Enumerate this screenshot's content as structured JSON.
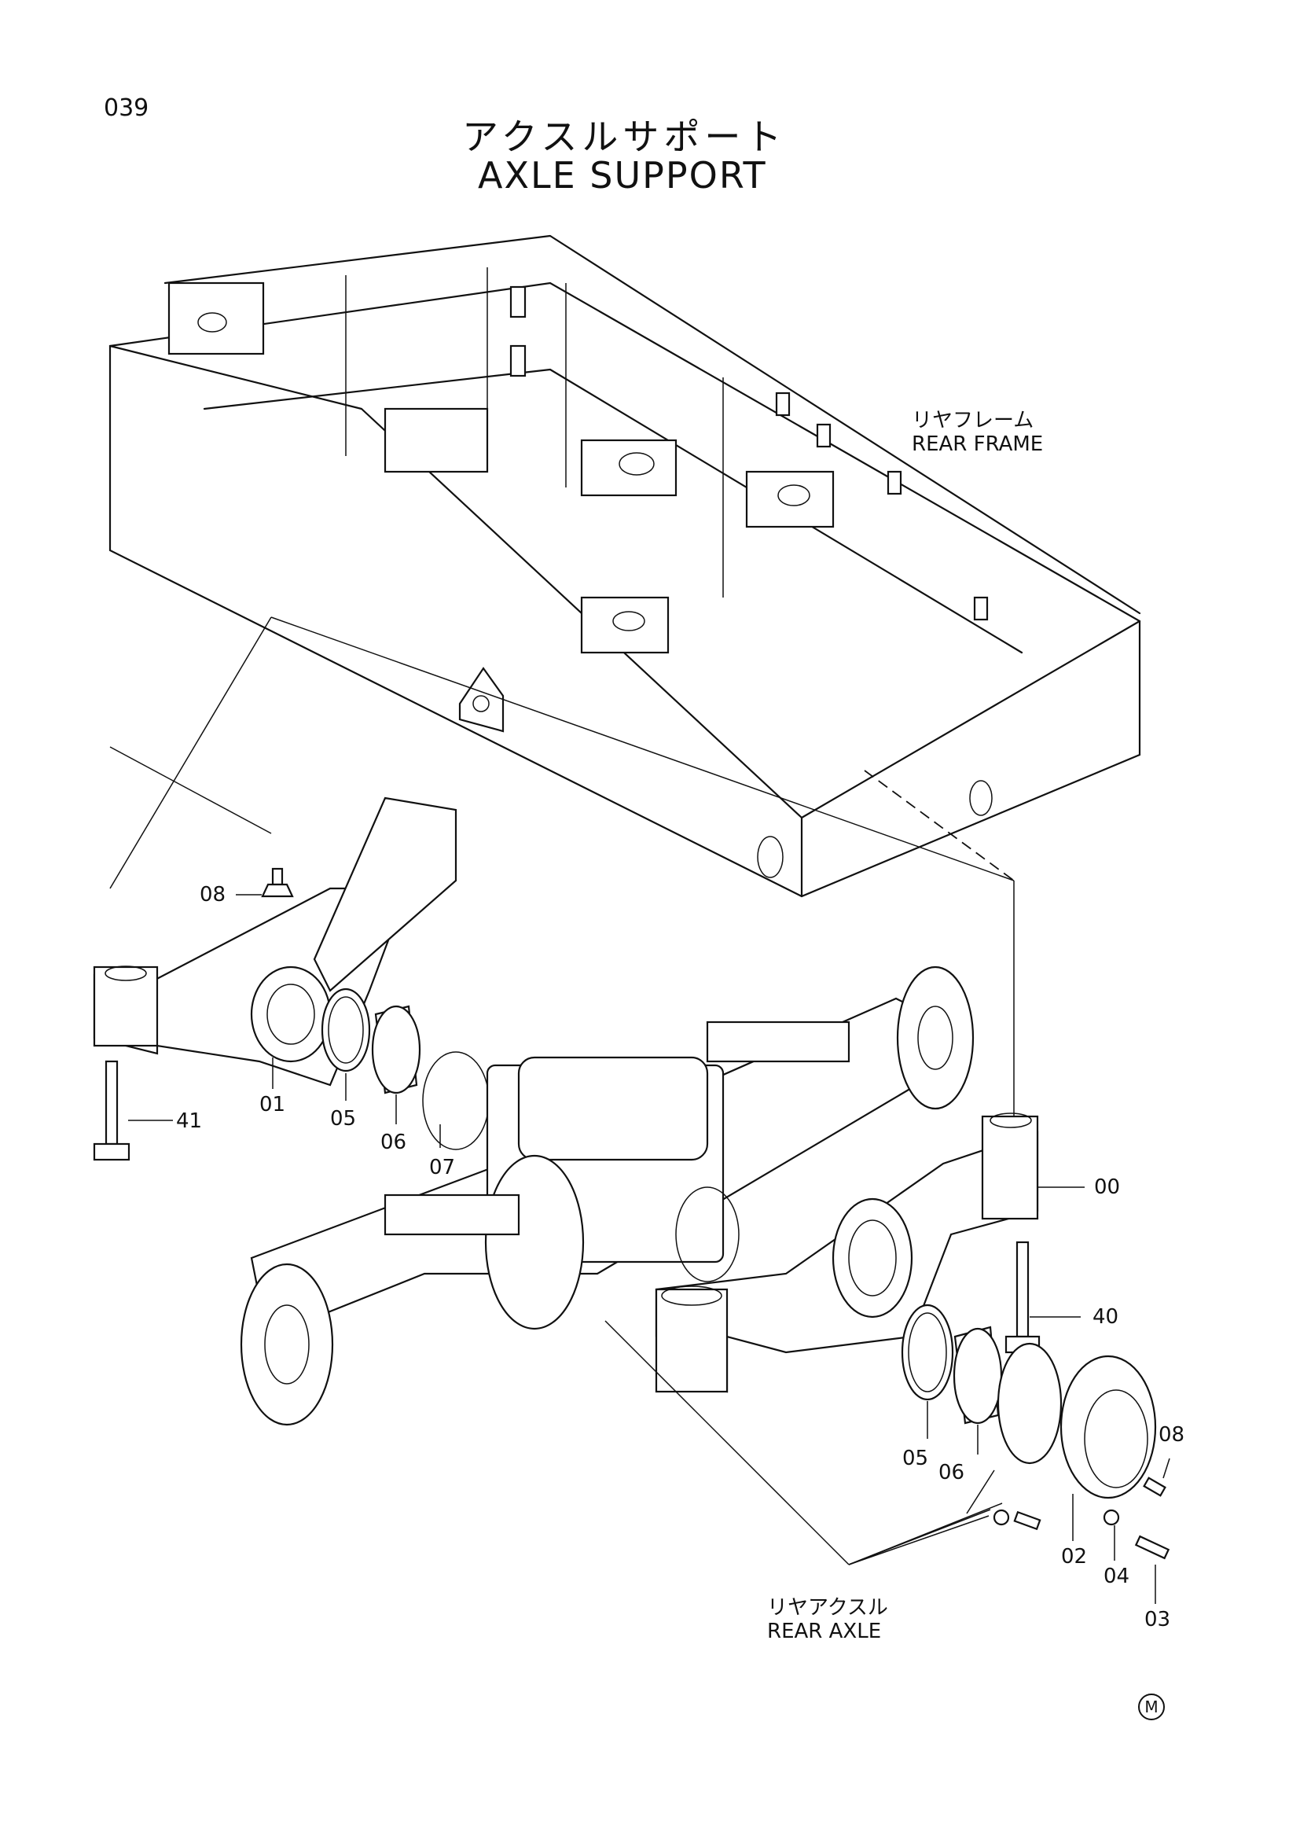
{
  "page": {
    "number": "039",
    "title_jp": "アクスルサポート",
    "title_en": "AXLE SUPPORT"
  },
  "assemblies": {
    "rear_frame": {
      "jp": "リヤフレーム",
      "en": "REAR FRAME"
    },
    "rear_axle": {
      "jp": "リヤアクスル",
      "en": "REAR AXLE"
    }
  },
  "callouts": {
    "c00": "00",
    "c01": "01",
    "c02": "02",
    "c03": "03",
    "c04": "04",
    "c05a": "05",
    "c05b": "05",
    "c06a": "06",
    "c06b": "06",
    "c07": "07",
    "c08a": "08",
    "c08b": "08",
    "c40": "40",
    "c41": "41"
  },
  "mark": "M",
  "colors": {
    "line": "#111111",
    "paper": "#ffffff"
  }
}
